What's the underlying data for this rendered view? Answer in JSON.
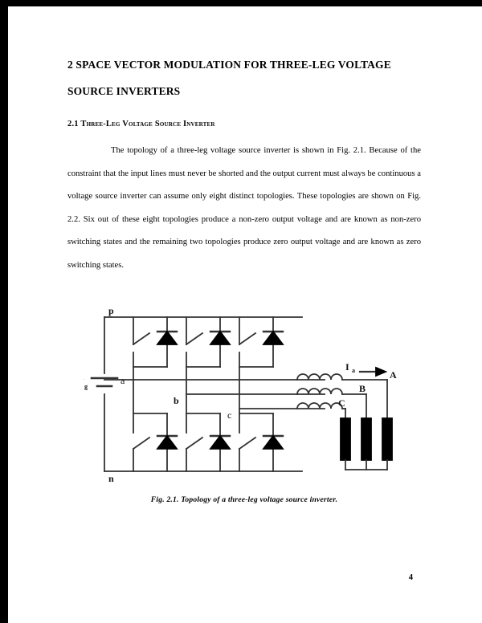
{
  "page": {
    "number": "4"
  },
  "document": {
    "title_line1": "2 SPACE VECTOR MODULATION FOR THREE-LEG VOLTAGE",
    "title_line2": "SOURCE INVERTERS",
    "section": {
      "number": "2.1",
      "title": "Three-Leg  Voltage Source Inverter"
    },
    "paragraphs": [
      "The topology of a three-leg voltage source inverter is shown in Fig. 2.1. Because of the constraint that the input lines must never be shorted and the output current must always be continuous a voltage source inverter can assume only eight distinct topologies. These topologies are shown on Fig. 2.2. Six out of these eight topologies produce a non-zero output voltage and are known as non-zero switching states and the remaining two topologies produce zero output voltage and are known as zero switching states."
    ]
  },
  "figure": {
    "caption": "Fig. 2.1. Topology of a three-leg voltage source inverter.",
    "labels": {
      "rail_positive": "p",
      "rail_negative": "n",
      "source": "V",
      "source_sub": "g",
      "node_a": "a",
      "node_b": "b",
      "node_c": "c",
      "current": "I",
      "current_sub": "a",
      "phase_A": "A",
      "phase_B": "B",
      "phase_C": "C"
    },
    "components": {
      "switches": 6,
      "diodes": 6,
      "inductors": 3,
      "resistors": 3,
      "legs": 3
    },
    "colors": {
      "line": "#333333",
      "fill": "#000000"
    }
  }
}
